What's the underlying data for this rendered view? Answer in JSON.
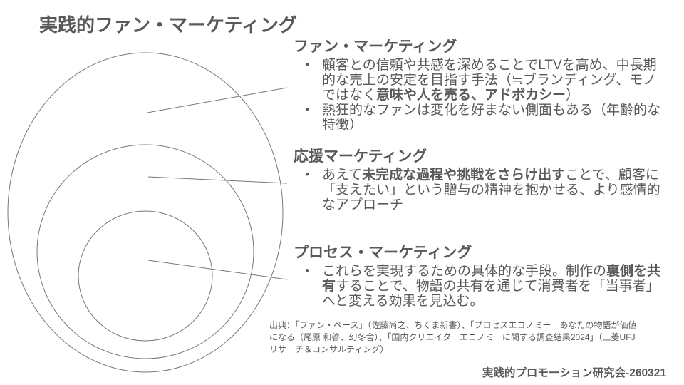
{
  "slide": {
    "title": "実践的ファン・マーケティング",
    "sections": [
      {
        "heading": "ファン・マーケティング",
        "bullets": [
          {
            "segments": [
              {
                "t": "顧客との信頼や共感を深めることでLTVを高め、中長期的な売上の安定を目指す手法（≒ブランディング、モノではなく",
                "b": false
              },
              {
                "t": "意味や人を売る、アドボカシー",
                "b": true
              },
              {
                "t": "）",
                "b": false
              }
            ]
          },
          {
            "segments": [
              {
                "t": "熱狂的なファンは変化を好まない側面もある（年齢的な特徴）",
                "b": false
              }
            ]
          }
        ]
      },
      {
        "heading": "応援マーケティング",
        "bullets": [
          {
            "segments": [
              {
                "t": "あえて",
                "b": false
              },
              {
                "t": "未完成な過程や挑戦をさらけ出す",
                "b": true
              },
              {
                "t": "ことで、顧客に「支えたい」という贈与の精神を抱かせる、より感情的なアプローチ",
                "b": false
              }
            ]
          }
        ]
      },
      {
        "heading": "プロセス・マーケティング",
        "bullets": [
          {
            "segments": [
              {
                "t": "これらを実現するための具体的な手段。制作の",
                "b": false
              },
              {
                "t": "裏側を共有",
                "b": true
              },
              {
                "t": "することで、物語の共有を通じて消費者を「当事者」へと変える効果を見込む。",
                "b": false
              }
            ]
          }
        ]
      }
    ],
    "bullet_glyph": "●",
    "source": "出典：「ファン・ベース」（佐藤尚之、ちくま新書）、「プロセスエコノミー　あなたの物語が価値になる（尾原 和啓、幻冬舎）、「国内クリエイターエコノミーに関する調査結果2024」（三菱UFJリサーチ＆コンサルティング）",
    "footer": "実践的プロモーション研究会-260321",
    "colors": {
      "text": "#595959",
      "stroke": "#777777",
      "background": "#ffffff"
    }
  }
}
